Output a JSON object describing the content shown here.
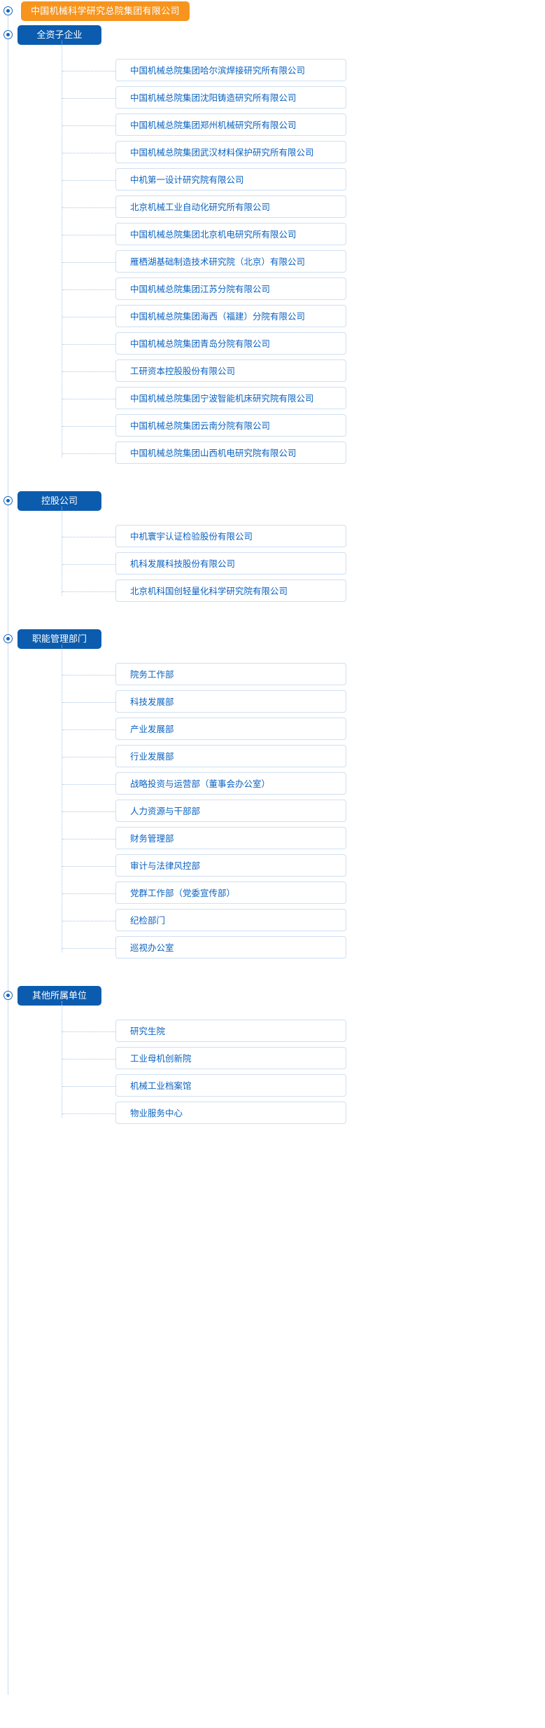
{
  "colors": {
    "root_bg": "#f7941d",
    "section_bg": "#0b5cae",
    "leaf_text": "#0a62c0",
    "leaf_border": "#cfe0f0",
    "connector": "#a9c8e6",
    "bullet": "#1565c0"
  },
  "root": {
    "label": "中国机械科学研究总院集团有限公司"
  },
  "sections": [
    {
      "label": "全资子企业",
      "children": [
        "中国机械总院集团哈尔滨焊接研究所有限公司",
        "中国机械总院集团沈阳铸造研究所有限公司",
        "中国机械总院集团郑州机械研究所有限公司",
        "中国机械总院集团武汉材料保护研究所有限公司",
        "中机第一设计研究院有限公司",
        "北京机械工业自动化研究所有限公司",
        "中国机械总院集团北京机电研究所有限公司",
        "雁栖湖基础制造技术研究院（北京）有限公司",
        "中国机械总院集团江苏分院有限公司",
        "中国机械总院集团海西（福建）分院有限公司",
        "中国机械总院集团青岛分院有限公司",
        "工研资本控股股份有限公司",
        "中国机械总院集团宁波智能机床研究院有限公司",
        "中国机械总院集团云南分院有限公司",
        "中国机械总院集团山西机电研究院有限公司"
      ]
    },
    {
      "label": "控股公司",
      "children": [
        "中机寰宇认证检验股份有限公司",
        "机科发展科技股份有限公司",
        "北京机科国创轻量化科学研究院有限公司"
      ]
    },
    {
      "label": "职能管理部门",
      "children": [
        "院务工作部",
        "科技发展部",
        "产业发展部",
        "行业发展部",
        "战略投资与运营部（董事会办公室）",
        "人力资源与干部部",
        "财务管理部",
        "审计与法律风控部",
        "党群工作部（党委宣传部）",
        "纪检部门",
        "巡视办公室"
      ]
    },
    {
      "label": "其他所属单位",
      "children": [
        "研究生院",
        "工业母机创新院",
        "机械工业档案馆",
        "物业服务中心"
      ]
    }
  ]
}
